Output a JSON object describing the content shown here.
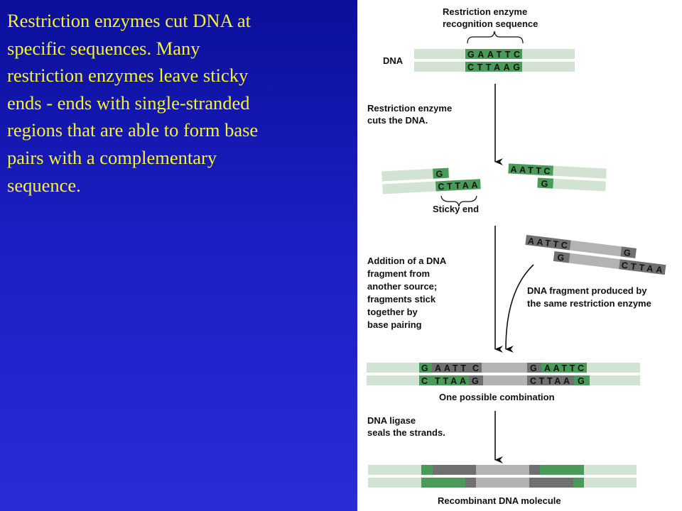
{
  "slide": {
    "lines": [
      "Restriction enzymes cut DNA at",
      "specific sequences.  Many",
      "restriction enzymes leave sticky",
      "ends - ends with single-stranded",
      "regions that are able to form base",
      "pairs with a complementary",
      "sequence."
    ]
  },
  "diagram": {
    "recognition_label_1": "Restriction enzyme",
    "recognition_label_2": "recognition sequence",
    "dna_label": "DNA",
    "top_seq": "GAATTC",
    "bottom_seq": "CTTAAG",
    "cut_label_1": "Restriction enzyme",
    "cut_label_2": "cuts the DNA.",
    "left_frag_top": "G",
    "left_frag_bottom": "CTTAA",
    "right_frag_top": "AATTC",
    "right_frag_bottom": "G",
    "sticky_end_label": "Sticky end",
    "addition_label": [
      "Addition of a DNA",
      "fragment from",
      "another source;",
      "fragments stick",
      "together by",
      "base pairing"
    ],
    "new_frag_top_left": "AATTC",
    "new_frag_top_right": "G",
    "new_frag_bottom_left": "G",
    "new_frag_bottom_right": "CTTAA",
    "fragment_label_1": "DNA fragment produced by",
    "fragment_label_2": "the same restriction enzyme",
    "combo_top": [
      "G",
      "AATT",
      "C",
      "G",
      "AATTC"
    ],
    "combo_bottom": [
      "C",
      "TTAA",
      "G",
      "CTTAA",
      "G"
    ],
    "combo_label": "One possible combination",
    "ligase_label_1": "DNA ligase",
    "ligase_label_2": "seals the strands.",
    "recombinant_label": "Recombinant DNA molecule"
  },
  "colors": {
    "background_blue": "#1b1ec0",
    "text_yellow": "#f5f236",
    "strand_light": "#d3e3d3",
    "sequence_green": "#4a9a5a",
    "fragment_gray": "#b3b3b3",
    "dark_gray": "#707070"
  }
}
